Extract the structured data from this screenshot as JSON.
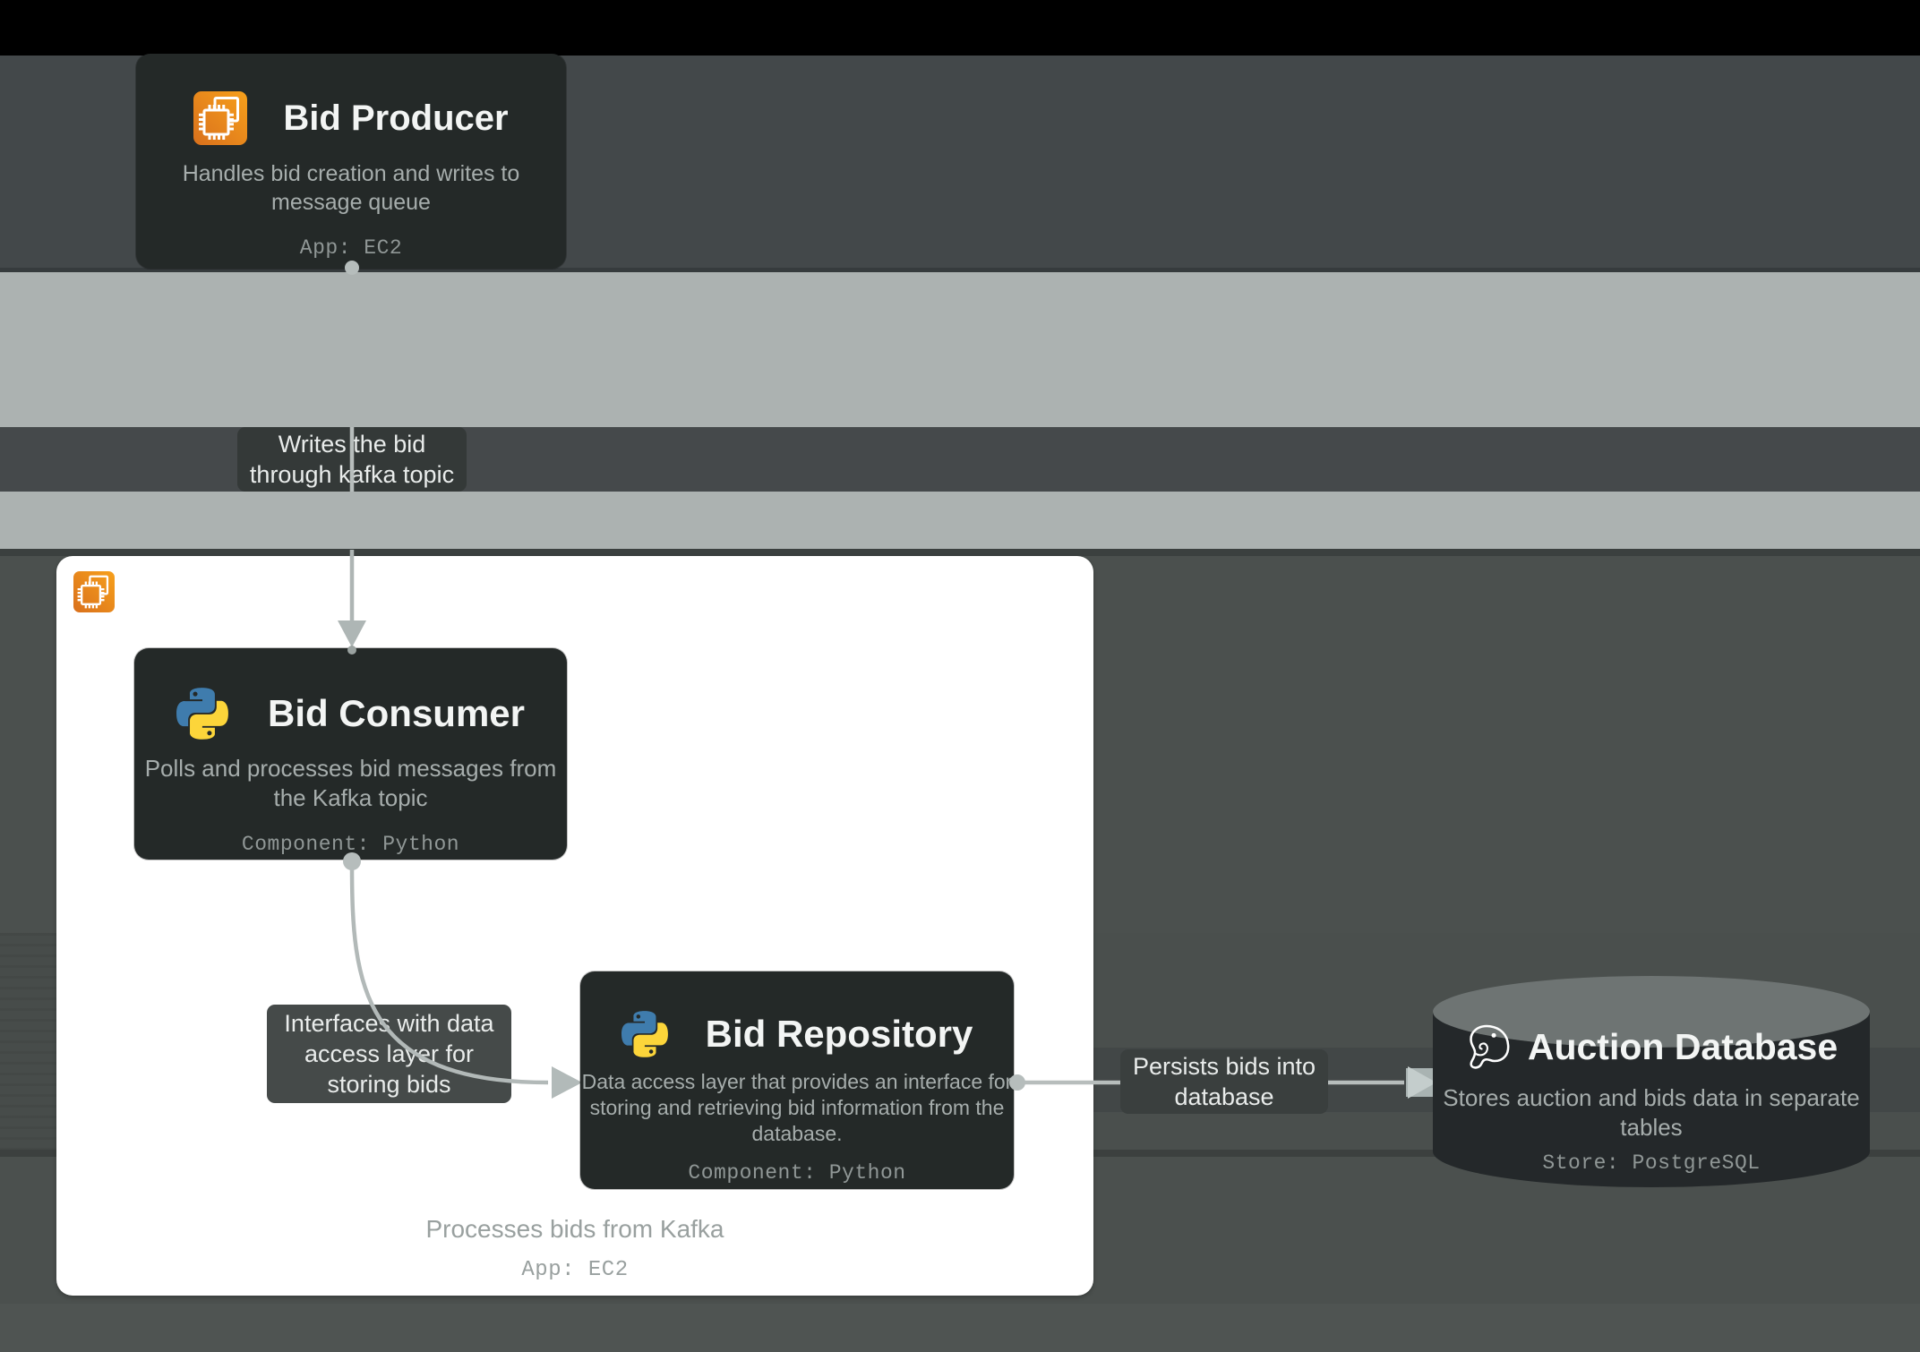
{
  "colors": {
    "accent_orange": "#e88b0c",
    "card_bg": "#242928",
    "container_bg": "#ffffff",
    "band_dark_gray": "#43484a",
    "band_light_gray": "#acb2b1",
    "band_green_gray": "#4b504e",
    "edge_gray": "#aeb5b4",
    "python_blue": "#3f7cad",
    "python_yellow": "#fcd53a"
  },
  "nodes": {
    "bid_producer": {
      "title": "Bid Producer",
      "desc_lines": [
        "Handles bid creation and writes to",
        "message queue"
      ],
      "meta": "App: EC2"
    },
    "bid_consumer": {
      "title": "Bid Consumer",
      "desc_lines": [
        "Polls and processes bid messages from",
        "the Kafka topic"
      ],
      "meta": "Component: Python"
    },
    "bid_repository": {
      "title": "Bid Repository",
      "desc_lines": [
        "Data access layer that provides an interface for",
        "storing and retrieving bid information from the",
        "database."
      ],
      "meta": "Component: Python"
    },
    "auction_database": {
      "title": "Auction Database",
      "desc_lines": [
        "Stores auction and bids data in separate",
        "tables"
      ],
      "meta": "Store: PostgreSQL"
    }
  },
  "container": {
    "caption": "Processes bids from Kafka",
    "meta": "App: EC2"
  },
  "edge_labels": {
    "producer_to_consumer": {
      "lines": [
        "Writes the bid",
        "through kafka topic"
      ]
    },
    "consumer_to_repository": {
      "lines": [
        "Interfaces with data",
        "access layer for",
        "storing bids"
      ]
    },
    "repository_to_database": {
      "lines": [
        "Persists bids into",
        "database"
      ]
    }
  }
}
